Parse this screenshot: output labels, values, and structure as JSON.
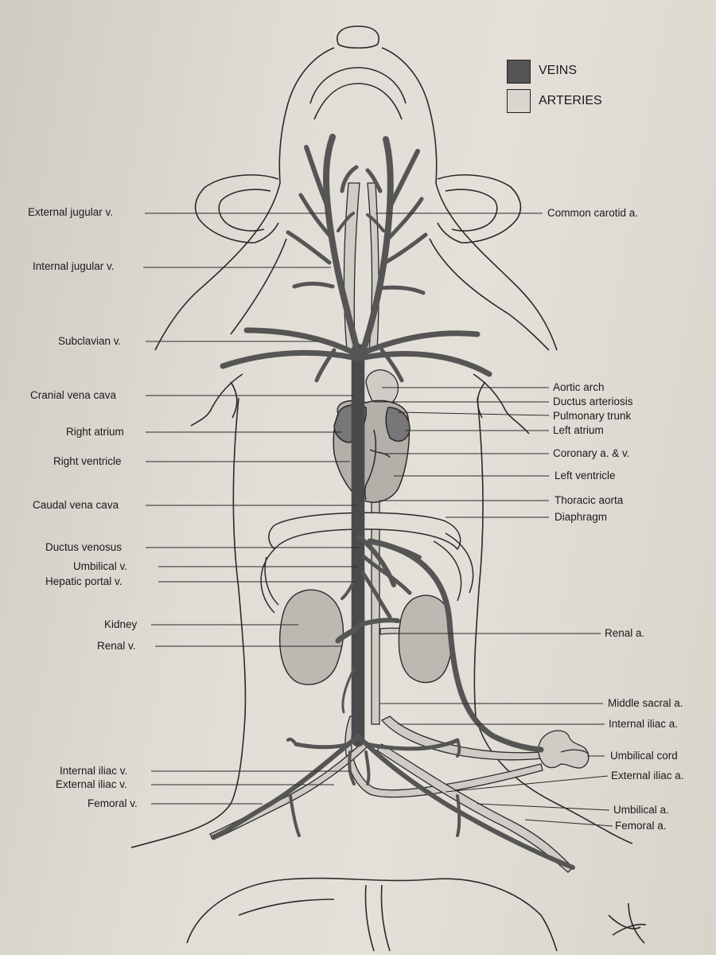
{
  "legend": {
    "veins_label": "VEINS",
    "arteries_label": "ARTERIES",
    "veins_color": "#555555",
    "arteries_color": "#d9d6d0"
  },
  "colors": {
    "vein": "#555555",
    "artery": "#cfcbc5",
    "heart": "#a9a6a0",
    "kidney": "#bdb9b2",
    "outline": "#2a2a2a"
  },
  "labels_left": {
    "external_jugular": "External jugular v.",
    "internal_jugular": "Internal jugular v.",
    "subclavian": "Subclavian v.",
    "cranial_vena_cava": "Cranial vena cava",
    "right_atrium": "Right atrium",
    "right_ventricle": "Right ventricle",
    "caudal_vena_cava": "Caudal vena cava",
    "ductus_venosus": "Ductus venosus",
    "umbilical_v": "Umbilical v.",
    "hepatic_portal": "Hepatic portal v.",
    "kidney": "Kidney",
    "renal_v": "Renal v.",
    "internal_iliac_v": "Internal iliac v.",
    "external_iliac_v": "External iliac v.",
    "femoral_v": "Femoral v."
  },
  "labels_right": {
    "common_carotid": "Common carotid a.",
    "aortic_arch": "Aortic arch",
    "ductus_arteriosis": "Ductus arteriosis",
    "pulmonary_trunk": "Pulmonary trunk",
    "left_atrium": "Left atrium",
    "coronary": "Coronary a. & v.",
    "left_ventricle": "Left ventricle",
    "thoracic_aorta": "Thoracic aorta",
    "diaphragm": "Diaphragm",
    "renal_a": "Renal a.",
    "middle_sacral": "Middle sacral a.",
    "internal_iliac_a": "Internal iliac a.",
    "umbilical_cord": "Umbilical cord",
    "external_iliac_a": "External iliac a.",
    "umbilical_a": "Umbilical a.",
    "femoral_a": "Femoral a."
  }
}
